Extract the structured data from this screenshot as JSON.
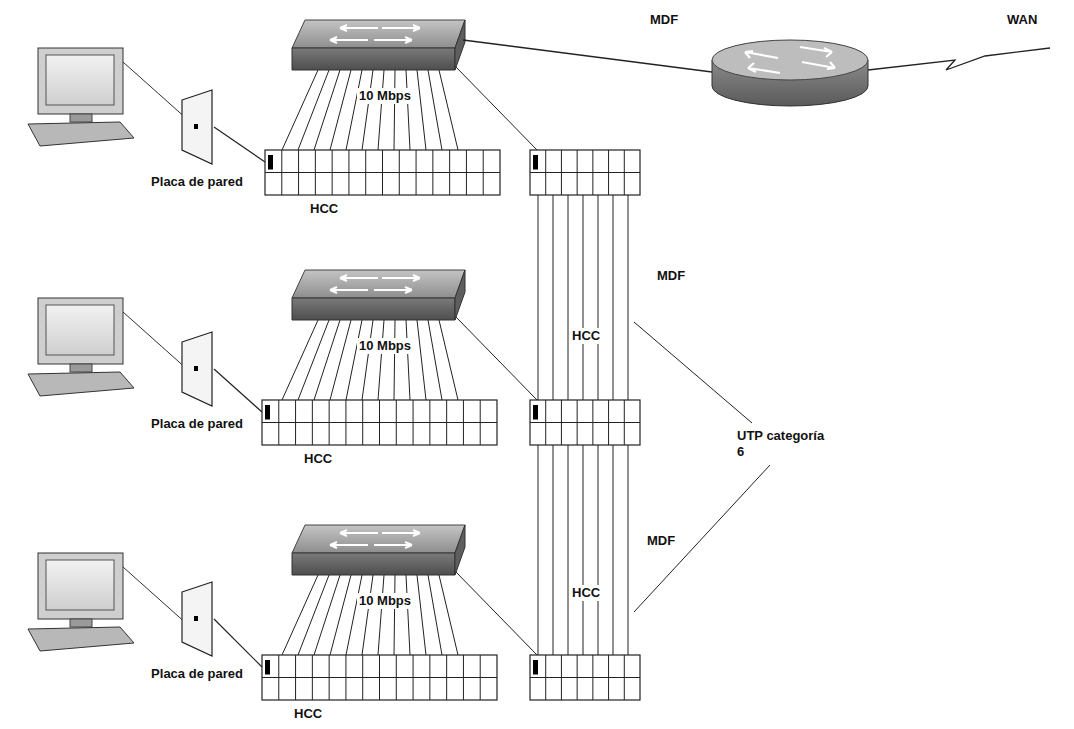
{
  "diagram": {
    "nodes": [
      {
        "text": [
          "Placa de pared"
        ]
      },
      {
        "text": [
          "HCC"
        ]
      },
      {
        "text": [
          "Placa de pared"
        ]
      },
      {
        "text": [
          "HCC"
        ]
      },
      {
        "text": [
          "Placa de pared"
        ]
      },
      {
        "text": [
          "HCC"
        ]
      }
    ],
    "edges": [
      {
        "from": 0,
        "to": 1,
        "arrow": "none"
      },
      {
        "from": 2,
        "to": 3,
        "arrow": "none"
      },
      {
        "from": 4,
        "to": 5,
        "arrow": "none"
      }
    ],
    "labels": [
      "MDF",
      "WAN",
      "10 Mbps",
      "MDF",
      "HCC",
      "UTP categoría 6",
      "10 Mbps",
      "HCC",
      "MDF",
      "10 Mbps"
    ]
  }
}
